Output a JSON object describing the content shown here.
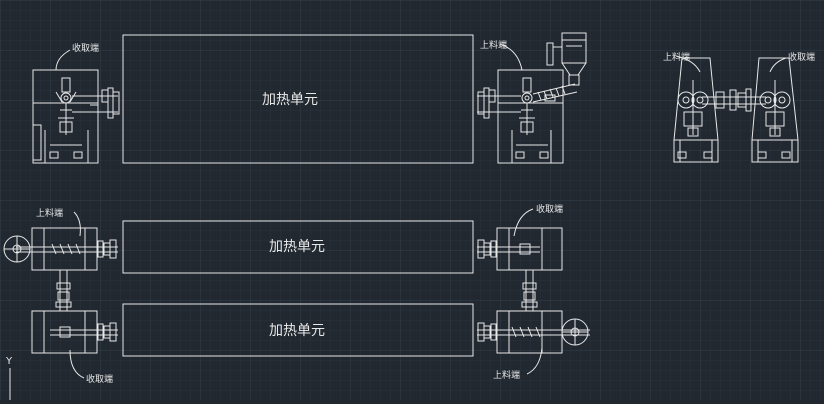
{
  "colors": {
    "background": "#212830",
    "grid_minor": "#2a323c",
    "grid_major": "#34404c",
    "lines": "#e8e8e8",
    "accent": "#8fd1ff"
  },
  "labels": {
    "heating_unit": "加热单元",
    "loading_end": "上料端",
    "receiving_end": "收取端"
  },
  "ucs": {
    "y_axis": "Y"
  }
}
